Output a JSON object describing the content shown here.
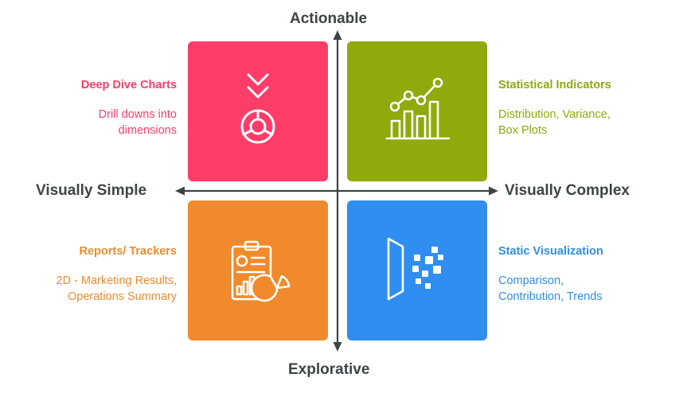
{
  "axes": {
    "top": "Actionable",
    "bottom": "Explorative",
    "left": "Visually Simple",
    "right": "Visually Complex"
  },
  "colors": {
    "axis_text": "#3d4446",
    "axis_line": "#3d4446",
    "deep_dive": "#ff3d68",
    "statistical": "#8eaa0c",
    "reports": "#f08a2c",
    "static_viz": "#2f8ef0",
    "icon_stroke": "#ffffff"
  },
  "quadrants": {
    "top_left": {
      "title": "Deep Dive Charts",
      "desc_line1": "Drill downs into",
      "desc_line2": "dimensions",
      "icon": "chevron-down-donut-icon"
    },
    "top_right": {
      "title": "Statistical Indicators",
      "desc_line1": "Distribution, Variance,",
      "desc_line2": "Box Plots",
      "icon": "bar-line-chart-icon"
    },
    "bottom_left": {
      "title": "Reports/ Trackers",
      "desc_line1": "2D - Marketing Results,",
      "desc_line2": "Operations Summary",
      "icon": "clipboard-report-icon"
    },
    "bottom_right": {
      "title": "Static Visualization",
      "desc_line1": "Comparison,",
      "desc_line2": "Contribution, Trends",
      "icon": "data-visualization-icon"
    }
  }
}
